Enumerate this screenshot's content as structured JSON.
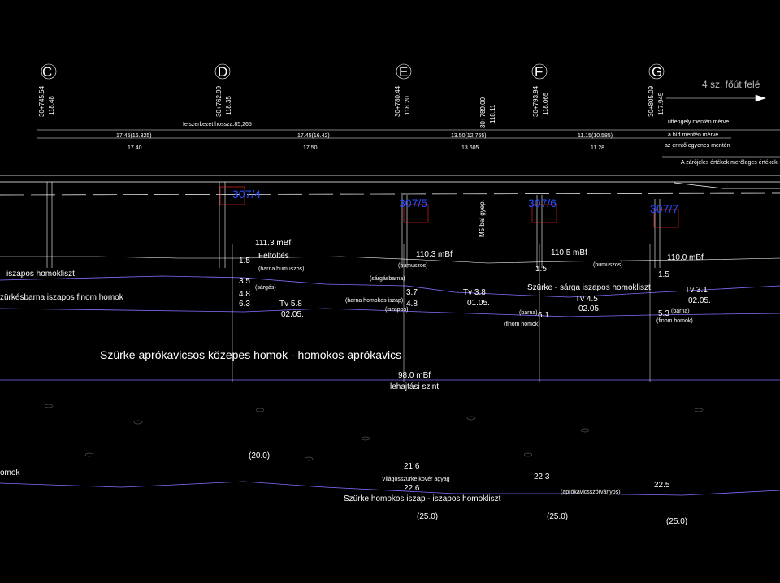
{
  "axes": {
    "letters": [
      "C",
      "D",
      "E",
      "F",
      "G"
    ],
    "stations": [
      "30+745.54",
      "30+762.99",
      "30+780.44",
      "30+789.00",
      "30+793.94",
      "30+805.09"
    ],
    "elevations": [
      "118.48",
      "118.35",
      "118.20",
      "118.11",
      "118.065",
      "117.945"
    ]
  },
  "header": {
    "direction": "4 sz. főút felé",
    "span_total": "felszerkezet hossza:85,265",
    "legend_axis": "úttengely mentén mérve",
    "legend_bridge": "a híd mentén mérve",
    "legend_tangent": "az érintő egyenes mentén",
    "note": "A zárójeles értékek merőleges értékek!"
  },
  "spans": {
    "skew": [
      "17.45(16.325)",
      "17.45(16.42)",
      "13.50(12.765)",
      "11.15(10.585)"
    ],
    "straight": [
      "17.40",
      "17.50",
      "13.605",
      "11.28"
    ]
  },
  "boreholes": [
    "307/4",
    "307/5",
    "307/6",
    "307/7"
  ],
  "m5_label": "M5 bal gyep.",
  "left_layers": [
    "iszapos homokliszt",
    "zürkésbarna iszapos finom homok",
    "omok"
  ],
  "b4": {
    "elev": "111.3  mBf",
    "title": "Feltöltés",
    "sub": "(barna humuszos)",
    "sub2": "(sárgás)",
    "d1": "1.5",
    "d2": "3.5",
    "d3": "4.8",
    "d4": "6.3",
    "tv": "Tv  5.8",
    "date": "02.05."
  },
  "b5": {
    "elev": "110.3  mBf",
    "sub": "(humuszos)",
    "sub2": "(sárgásbarna)",
    "sub3": "(barna homokos iszap)",
    "sub4": "(iszapos)",
    "d1": "3.7",
    "d2": "4.8",
    "tv": "Tv  3.8",
    "date": "01.05."
  },
  "b6": {
    "elev": "110.5  mBf",
    "sub": "(humuszos)",
    "d1": "1.5",
    "layer": "Szürke - sárga iszapos homokliszt",
    "tv": "Tv  4.5",
    "date": "02.05.",
    "sub2": "(barna)",
    "d2": "6.1",
    "sub3": "(finom homok)"
  },
  "b7": {
    "elev": "110.0  mBf",
    "d1": "1.5",
    "tv": "Tv  3.1",
    "date": "02.05.",
    "d2": "5.3",
    "sub": "(barna)",
    "sub2": "(finom homok)"
  },
  "gravel": "Szürke aprókavicsos közepes homok - homokos aprókavics",
  "lowering": {
    "level": "98.0 mBf",
    "label": "lehajtási szint"
  },
  "bottom": {
    "d20": "(20.0)",
    "d216": "21.6",
    "clay": "Világosszürke kövér agyag",
    "d226": "22.6",
    "silt": "Szürke homokos iszap - iszapos homokliszt",
    "d223": "22.3",
    "gravelly": "(aprókavicsszórványos)",
    "d225": "22.5",
    "d25a": "(25.0)",
    "d25b": "(25.0)",
    "d25c": "(25.0)"
  },
  "colors": {
    "background": "#000000",
    "lines": "#ffffff",
    "red": "#ff2a2a",
    "blue": "#2a4dff",
    "purple": "#8a6cff",
    "grey": "#9a9a9a"
  }
}
